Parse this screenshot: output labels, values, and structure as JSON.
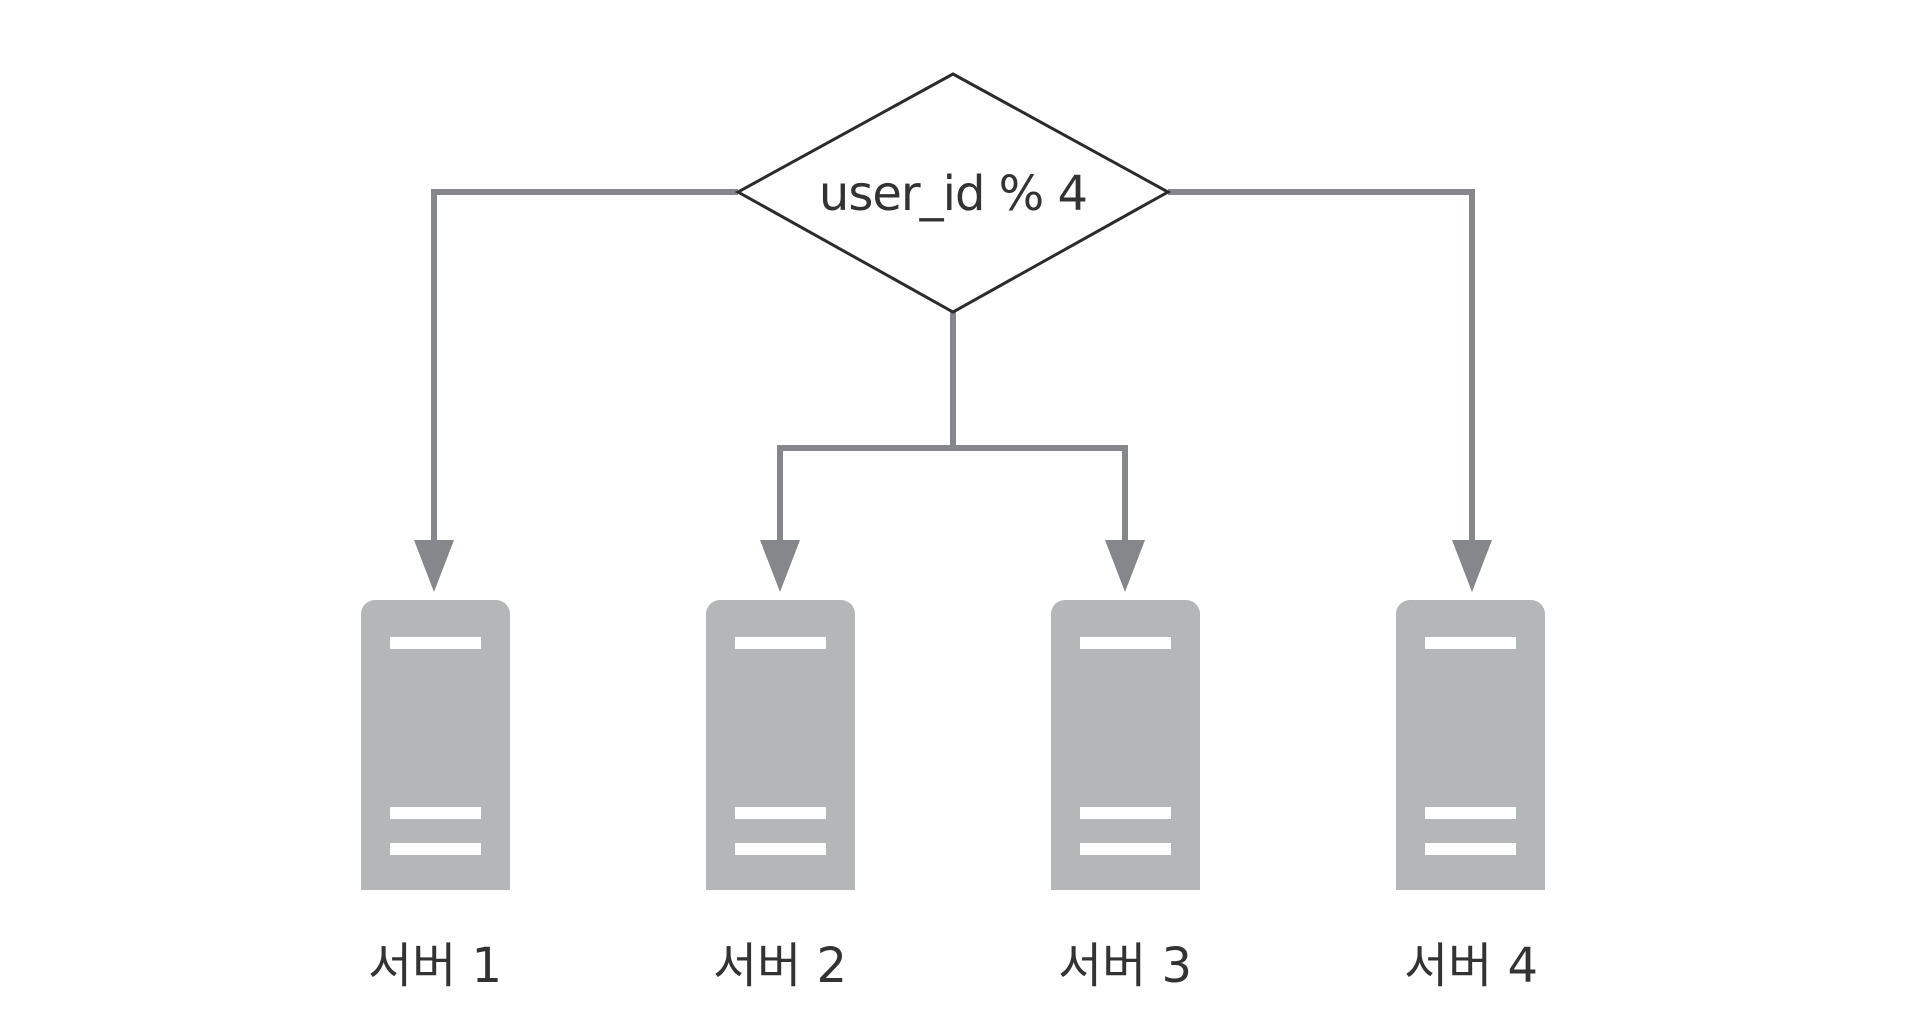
{
  "decision": {
    "label": "user_id % 4"
  },
  "servers": [
    {
      "label": "서버 1"
    },
    {
      "label": "서버 2"
    },
    {
      "label": "서버 3"
    },
    {
      "label": "서버 4"
    }
  ],
  "colors": {
    "connector": "#86878b",
    "server": "#b5b6b8",
    "decision_stroke": "#2b2b2b",
    "text": "#333333"
  }
}
